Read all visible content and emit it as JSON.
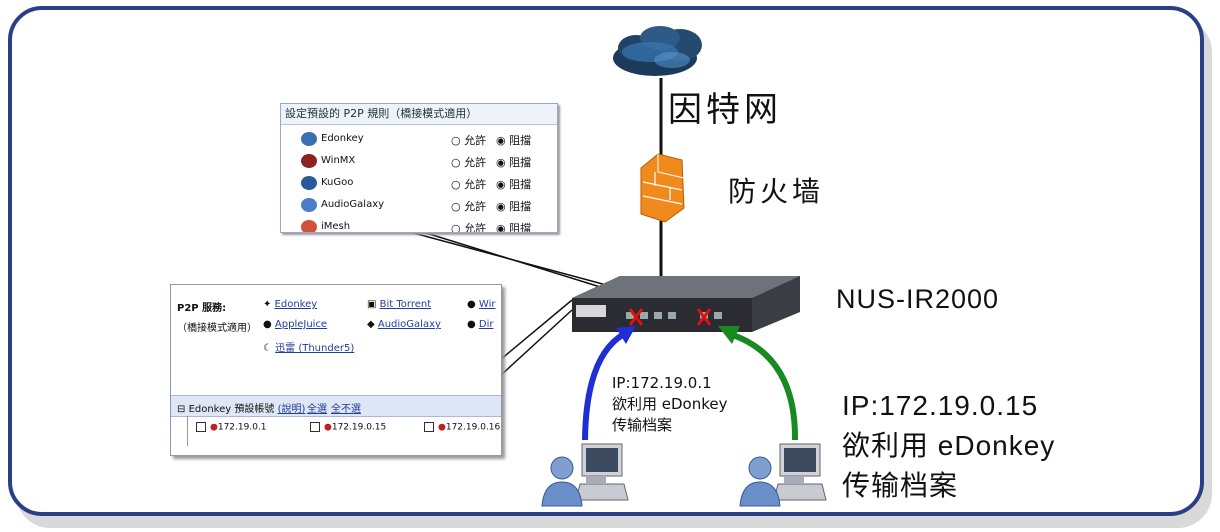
{
  "internet_label": "因特网",
  "firewall_label": "防火墙",
  "device_label": "NUS-IR2000",
  "client_small": {
    "ip": "IP:172.19.0.1",
    "line2": "欲利用 eDonkey",
    "line3": "传输档案"
  },
  "client_big": {
    "ip": "IP:172.19.0.15",
    "line2": "欲利用 eDonkey",
    "line3": "传输档案"
  },
  "panel_rules": {
    "header": "設定預設的 P2P 規則（橋接模式適用）",
    "allow_label": "允許",
    "block_label": "阻擋",
    "items": [
      {
        "name": "Edonkey"
      },
      {
        "name": "WinMX"
      },
      {
        "name": "KuGoo"
      },
      {
        "name": "AudioGalaxy"
      },
      {
        "name": "iMesh"
      }
    ]
  },
  "panel_services": {
    "title": "P2P 服務:",
    "subtitle": "（橋接模式適用）",
    "col1": [
      "Edonkey",
      "AppleJuice",
      "迅雷 (Thunder5)"
    ],
    "col2": [
      "Bit Torrent",
      "AudioGalaxy"
    ],
    "col3": [
      "Wir",
      "Dir"
    ],
    "bar": {
      "title": "Edonkey 預設帳號",
      "explain": "(說明)",
      "select_all": "全選",
      "select_none": "全不選"
    },
    "ips": [
      "172.19.0.1",
      "172.19.0.15",
      "172.19.0.16"
    ]
  },
  "colors": {
    "frame": "#2b3f86",
    "arrow_blue": "#1f2fd6",
    "arrow_green": "#178a22",
    "block_x": "#e01010"
  }
}
